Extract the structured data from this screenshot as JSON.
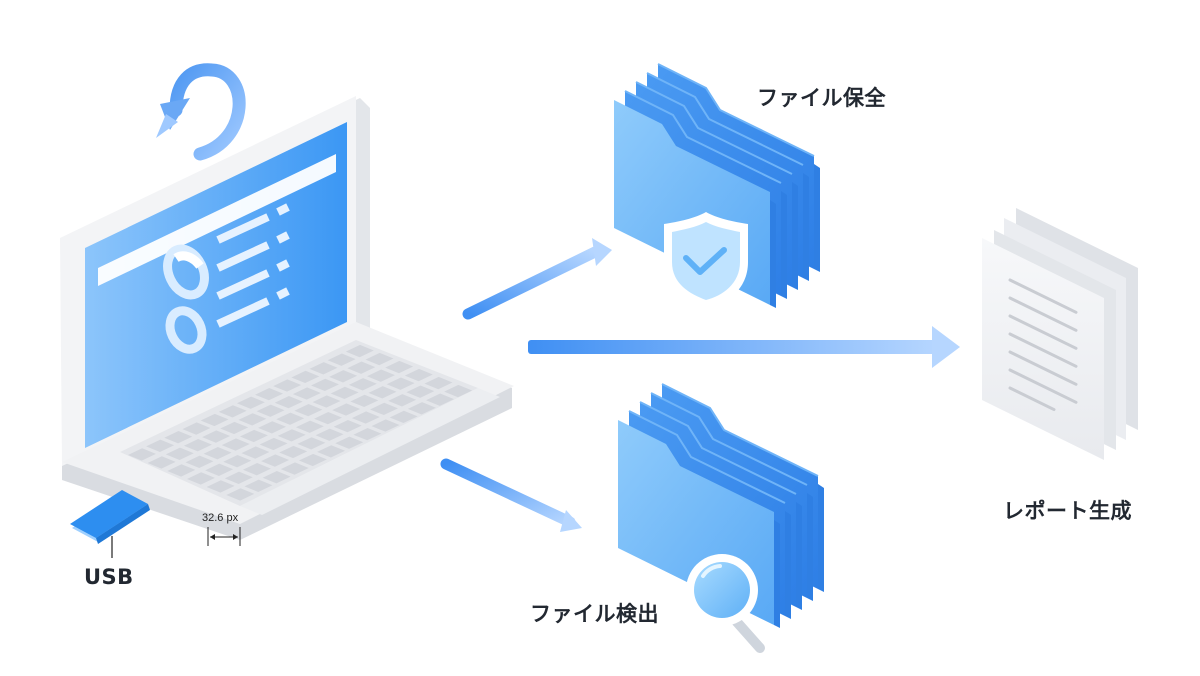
{
  "labels": {
    "protect": "ファイル保全",
    "detect": "ファイル検出",
    "report": "レポート生成",
    "usb": "USB",
    "measure": "32.6 px"
  },
  "icons": {
    "refresh": "refresh-arrow-icon",
    "laptop": "laptop-icon",
    "usb": "usb-drive-icon",
    "protect_folder": "folder-stack-shield-icon",
    "detect_folder": "folder-stack-magnifier-icon",
    "report_doc": "document-stack-icon"
  },
  "colors": {
    "accent_blue": "#3d8ff5",
    "light_blue": "#9cc8ff",
    "usb_blue": "#2d8ef0",
    "text": "#222831"
  }
}
